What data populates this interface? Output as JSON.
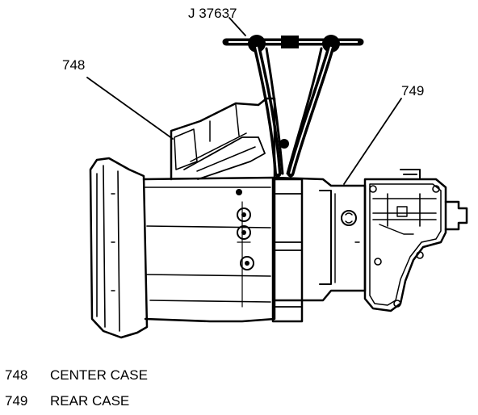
{
  "tool_label": "J 37637",
  "callouts": {
    "center_case": "748",
    "rear_case": "749"
  },
  "legend": [
    {
      "number": "748",
      "text": "CENTER CASE"
    },
    {
      "number": "749",
      "text": "REAR CASE"
    }
  ]
}
